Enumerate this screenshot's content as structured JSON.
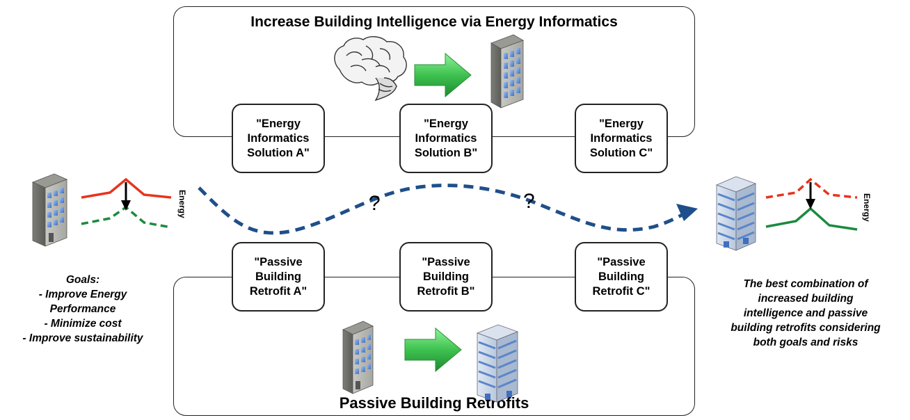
{
  "top_panel": {
    "title": "Increase Building Intelligence via Energy Informatics",
    "solutions": [
      "\"Energy\nInformatics\nSolution A\"",
      "\"Energy\nInformatics\nSolution B\"",
      "\"Energy\nInformatics\nSolution C\""
    ]
  },
  "bottom_panel": {
    "title": "Passive Building Retrofits",
    "retrofits": [
      "\"Passive\nBuilding\nRetrofit A\"",
      "\"Passive\nBuilding\nRetrofit B\"",
      "\"Passive\nBuilding\nRetrofit C\""
    ]
  },
  "left": {
    "energy_label": "Energy",
    "goals": "Goals:\n- Improve Energy\nPerformance\n- Minimize cost\n- Improve sustainability"
  },
  "right": {
    "energy_label": "Energy",
    "outcome": "The best combination of\nincreased building\nintelligence and passive\nbuilding retrofits considering\nboth goals and risks"
  },
  "path": {
    "question_marks": [
      "?",
      "?"
    ]
  },
  "colors": {
    "baseline": "#e8331c",
    "improved": "#1b8a3f",
    "path": "#1f4f8a",
    "arrow_green": "#3ec24f",
    "building_window": "#6a95d6"
  }
}
